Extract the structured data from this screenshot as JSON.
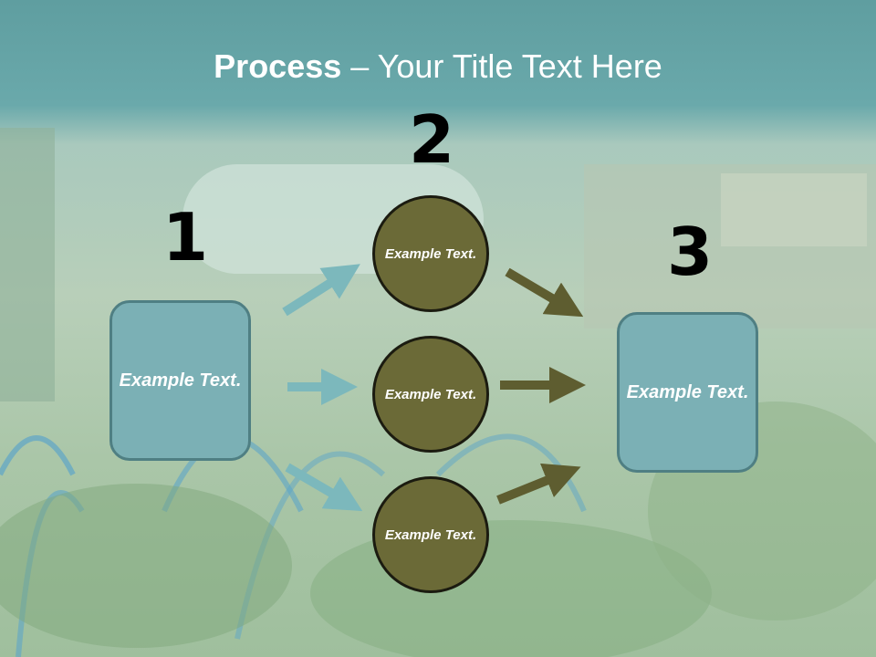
{
  "slide": {
    "title_bold": "Process",
    "title_rest": " – Your Title Text Here"
  },
  "steps": {
    "step1_number": "1",
    "step2_number": "2",
    "step3_number": "3"
  },
  "boxes": {
    "left": "Example Text.",
    "right": "Example Text."
  },
  "circles": [
    "Example Text.",
    "Example Text.",
    "Example Text."
  ],
  "colors": {
    "header": "#5f9ea0",
    "box_fill": "#7bb0b5",
    "circle_fill": "#6b6a37",
    "teal_arrow": "#7cb8bc",
    "olive_arrow": "#5e5d30"
  }
}
